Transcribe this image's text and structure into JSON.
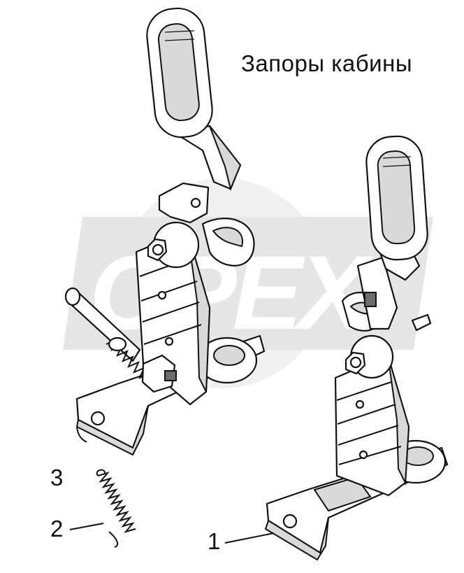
{
  "title": "Запоры кабины",
  "watermark": "OPEX",
  "callouts": [
    {
      "number": "1"
    },
    {
      "number": "2"
    },
    {
      "number": "3"
    }
  ]
}
